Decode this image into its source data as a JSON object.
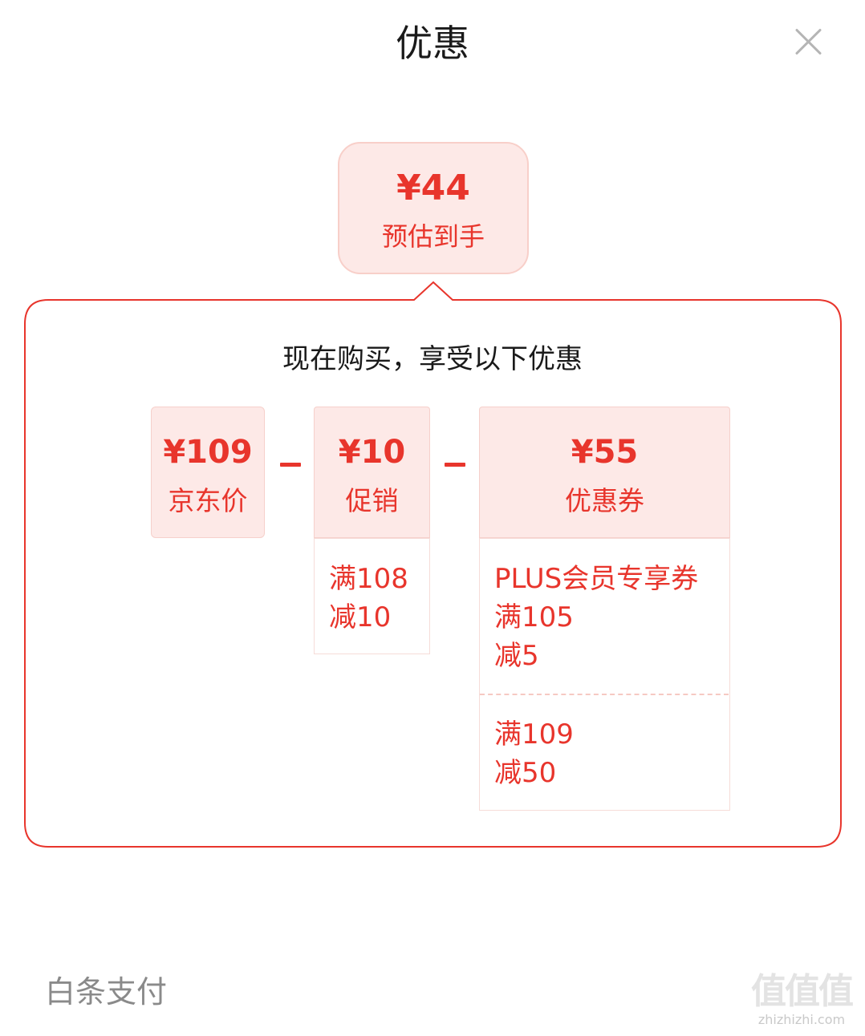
{
  "header": {
    "title": "优惠",
    "close_icon": "close-icon"
  },
  "estimate": {
    "price": "¥44",
    "label": "预估到手"
  },
  "panel": {
    "subtitle": "现在购买，享受以下优惠",
    "accent_color": "#e8352c",
    "price_cells": [
      {
        "amount": "¥109",
        "name": "京东价"
      },
      {
        "amount": "¥10",
        "name": "促销"
      },
      {
        "amount": "¥55",
        "name": "优惠券"
      }
    ],
    "operators": [
      "-",
      "-"
    ],
    "promotion_details": [
      "满108",
      "减10"
    ],
    "coupon_details": [
      {
        "lines": [
          "PLUS会员专享券",
          "满105",
          "减5"
        ]
      },
      {
        "lines": [
          "满109",
          "减50"
        ]
      }
    ]
  },
  "footer": {
    "payment_label": "白条支付"
  },
  "watermark": {
    "logo_text": "值值值",
    "site": "zhizhizhi.com"
  }
}
